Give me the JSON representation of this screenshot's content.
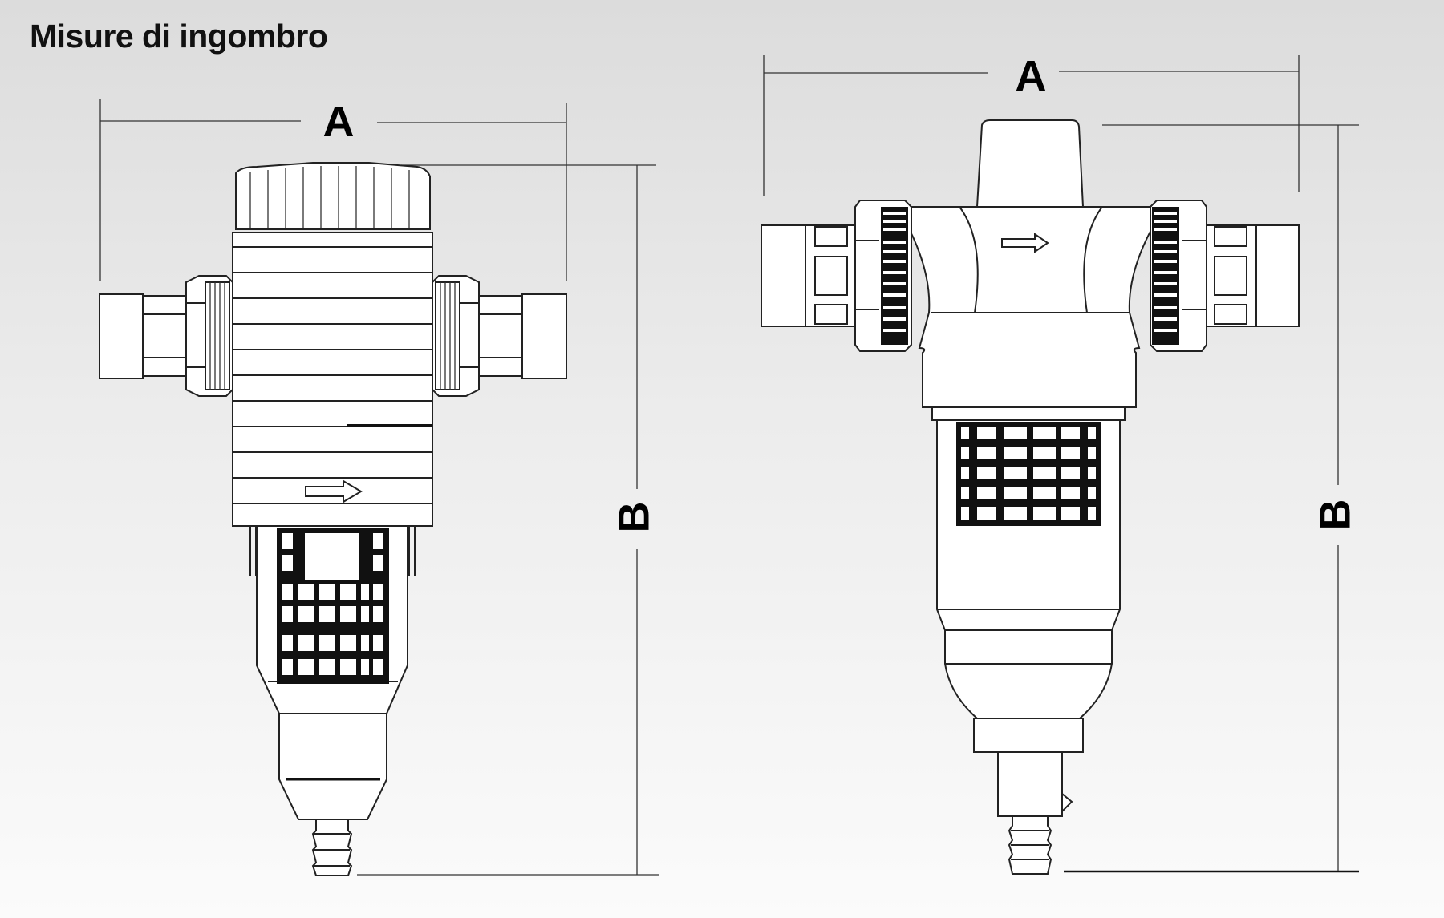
{
  "title": "Misure di ingombro",
  "dimensions": {
    "left_width": "A",
    "left_height": "B",
    "right_width": "A",
    "right_height": "B"
  },
  "colors": {
    "background_top": "#dcdcdc",
    "background_bottom": "#fbfbfb",
    "line": "#222222"
  }
}
